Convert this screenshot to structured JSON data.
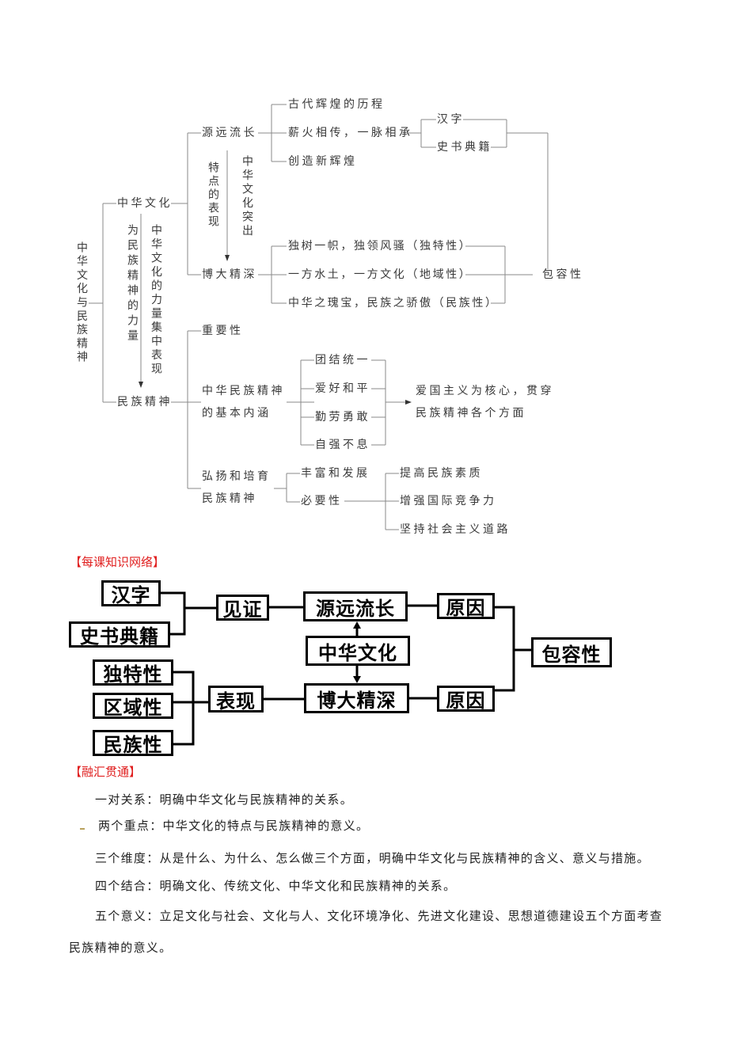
{
  "concept_map": {
    "root": "中华文化与民族精神",
    "link_note_left": "为民族精神的力量",
    "link_note_right": "中华文化的力量集中表现",
    "culture": {
      "label": "中华文化",
      "features_note": "特点的表现",
      "features_arrow_note": "中华文化突出",
      "origin": {
        "label": "源远流长",
        "items": [
          "古代辉煌的历程",
          "薪火相传，一脉相承",
          "创造新辉煌"
        ],
        "evidence": [
          "汉字",
          "史书典籍"
        ]
      },
      "depth": {
        "label": "博大精深",
        "items": [
          "独树一帜，独领风骚（独特性）",
          "一方水土，一方文化（地域性）",
          "中华之瑰宝，民族之骄傲（民族性）"
        ]
      },
      "inclusive": "包容性"
    },
    "spirit": {
      "label": "民族精神",
      "importance": "重要性",
      "connotation": {
        "label_line1": "中华民族精神",
        "label_line2": "的基本内涵",
        "items": [
          "团结统一",
          "爱好和平",
          "勤劳勇敢",
          "自强不息"
        ],
        "core_line1": "爱国主义为核心，贯穿",
        "core_line2": "民族精神各个方面"
      },
      "cultivate": {
        "label_line1": "弘扬和培育",
        "label_line2": "民族精神",
        "items": [
          "丰富和发展",
          "必要性"
        ],
        "necessity": [
          "提高民族素质",
          "增强国际竞争力",
          "坚持社会主义道路"
        ]
      }
    }
  },
  "knowledge_network": {
    "heading": "【每课知识网络】",
    "evidence_items": [
      "汉字",
      "史书典籍"
    ],
    "witness": "见证",
    "origin": "源远流长",
    "center": "中华文化",
    "depth": "博大精深",
    "traits": [
      "独特性",
      "区域性",
      "民族性"
    ],
    "manifest": "表现",
    "reason_top": "原因",
    "reason_bottom": "原因",
    "inclusive": "包容性"
  },
  "integration": {
    "heading": "【融汇贯通】",
    "paragraphs": [
      "一对关系：明确中华文化与民族精神的关系。",
      "两个重点：中华文化的特点与民族精神的意义。",
      "三个维度：从是什么、为什么、怎么做三个方面，明确中华文化与民族精神的含义、意义与措施。",
      "四个结合：明确文化、传统文化、中华文化和民族精神的关系。",
      "五个意义：立足文化与社会、文化与人、文化环境净化、先进文化建设、思想道德建设五个方面考查",
      "民族精神的意义。"
    ]
  }
}
